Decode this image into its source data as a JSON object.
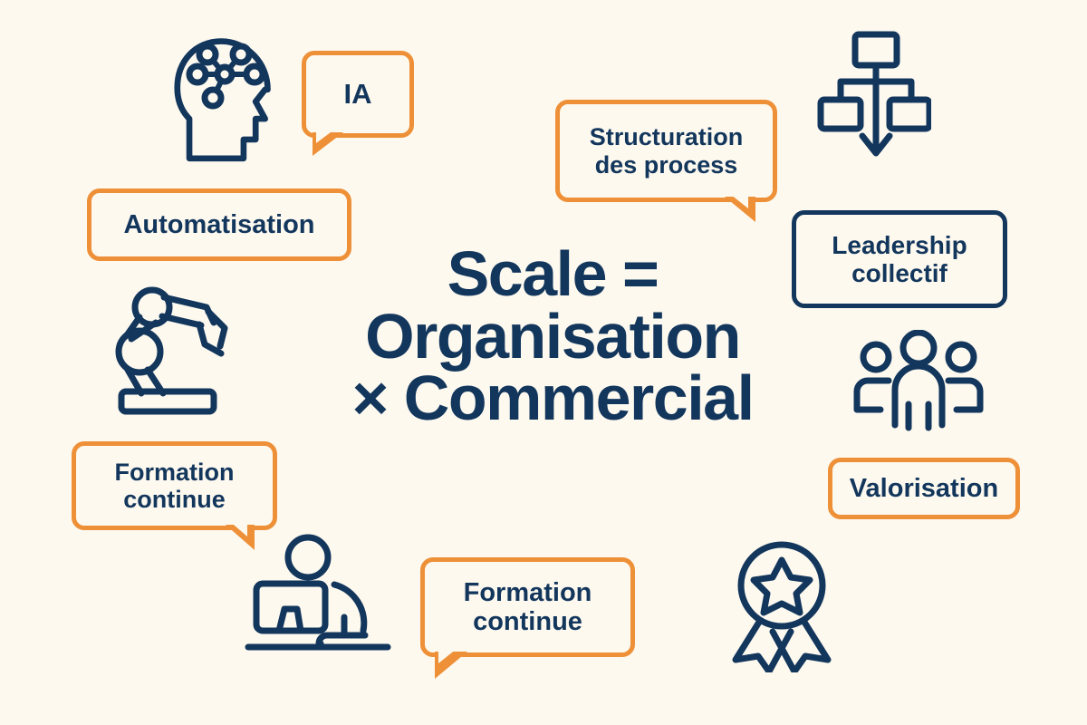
{
  "theme": {
    "background": "#fdf9ef",
    "navy": "#13365c",
    "orange": "#ee9038"
  },
  "headline": {
    "line1": "Scale =",
    "line2": "Organisation",
    "line3": "× Commercial"
  },
  "chips": {
    "ia": {
      "label": "IA",
      "style": "orange",
      "shape": "speech-bubble",
      "tail": "bottom-left"
    },
    "automatisation": {
      "label": "Automatisation",
      "style": "orange",
      "shape": "rounded-rect",
      "tail": "none"
    },
    "structuration": {
      "label": "Structuration\ndes process",
      "line1": "Structuration",
      "line2": "des process",
      "style": "orange",
      "shape": "speech-bubble",
      "tail": "bottom-right"
    },
    "leadership": {
      "label": "Leadership\ncollectif",
      "line1": "Leadership",
      "line2": "collectif",
      "style": "navy",
      "shape": "rounded-rect",
      "tail": "none"
    },
    "formation_left": {
      "label": "Formation\ncontinue",
      "line1": "Formation",
      "line2": "continue",
      "style": "orange",
      "shape": "speech-bubble",
      "tail": "bottom-right"
    },
    "valorisation": {
      "label": "Valorisation",
      "style": "orange",
      "shape": "rounded-rect",
      "tail": "none"
    },
    "formation_bottom": {
      "label": "Formation\ncontinue",
      "line1": "Formation",
      "line2": "continue",
      "style": "orange",
      "shape": "speech-bubble",
      "tail": "bottom-left"
    }
  },
  "icons": [
    {
      "name": "ai-head-icon",
      "description": "head profile with neural network nodes"
    },
    {
      "name": "org-chart-icon",
      "description": "organisation chart with downward arrow"
    },
    {
      "name": "robot-arm-icon",
      "description": "industrial robotic arm"
    },
    {
      "name": "people-group-icon",
      "description": "group of three people"
    },
    {
      "name": "workstation-icon",
      "description": "person at desk with monitor and keyboard"
    },
    {
      "name": "award-ribbon-icon",
      "description": "award medal with star and ribbons"
    }
  ]
}
